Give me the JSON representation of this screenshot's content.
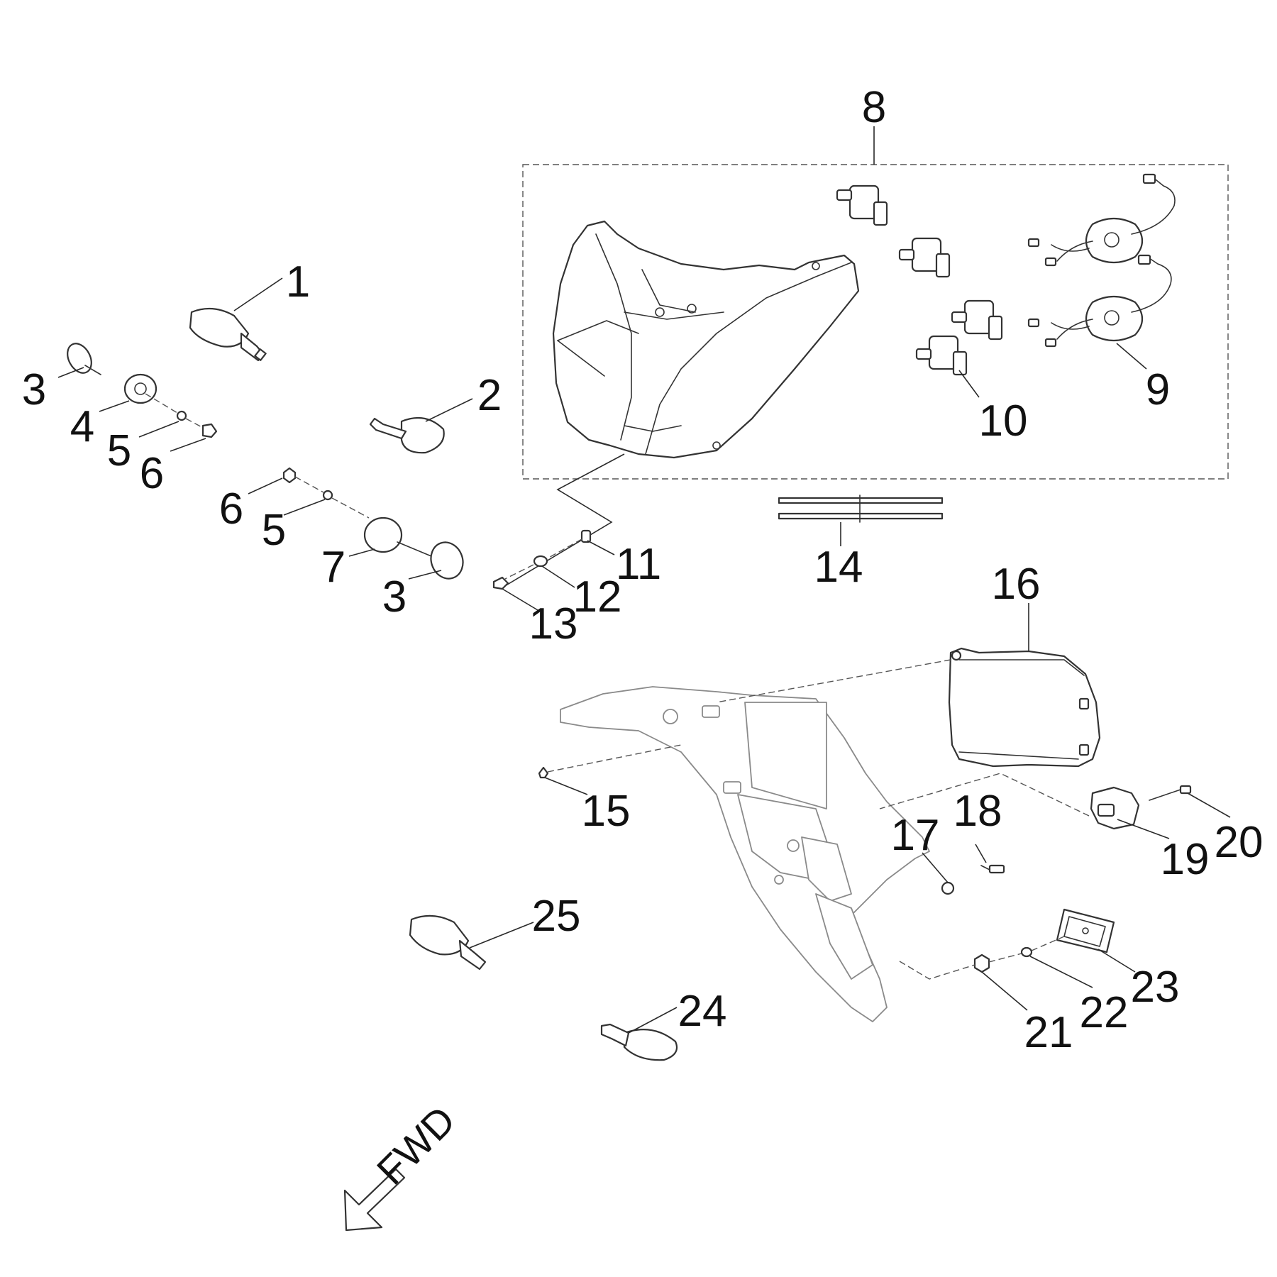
{
  "diagram": {
    "callouts": [
      {
        "id": "c1",
        "label": "1"
      },
      {
        "id": "c2",
        "label": "2"
      },
      {
        "id": "c3a",
        "label": "3"
      },
      {
        "id": "c3b",
        "label": "3"
      },
      {
        "id": "c4",
        "label": "4"
      },
      {
        "id": "c5a",
        "label": "5"
      },
      {
        "id": "c5b",
        "label": "5"
      },
      {
        "id": "c6a",
        "label": "6"
      },
      {
        "id": "c6b",
        "label": "6"
      },
      {
        "id": "c7",
        "label": "7"
      },
      {
        "id": "c8",
        "label": "8"
      },
      {
        "id": "c9",
        "label": "9"
      },
      {
        "id": "c10",
        "label": "10"
      },
      {
        "id": "c11",
        "label": "11"
      },
      {
        "id": "c12",
        "label": "12"
      },
      {
        "id": "c13",
        "label": "13"
      },
      {
        "id": "c14",
        "label": "14"
      },
      {
        "id": "c15",
        "label": "15"
      },
      {
        "id": "c16",
        "label": "16"
      },
      {
        "id": "c17",
        "label": "17"
      },
      {
        "id": "c18",
        "label": "18"
      },
      {
        "id": "c19",
        "label": "19"
      },
      {
        "id": "c20",
        "label": "20"
      },
      {
        "id": "c21",
        "label": "21"
      },
      {
        "id": "c22",
        "label": "22"
      },
      {
        "id": "c23",
        "label": "23"
      },
      {
        "id": "c24",
        "label": "24"
      },
      {
        "id": "c25",
        "label": "25"
      }
    ],
    "direction_label": "FWD"
  }
}
